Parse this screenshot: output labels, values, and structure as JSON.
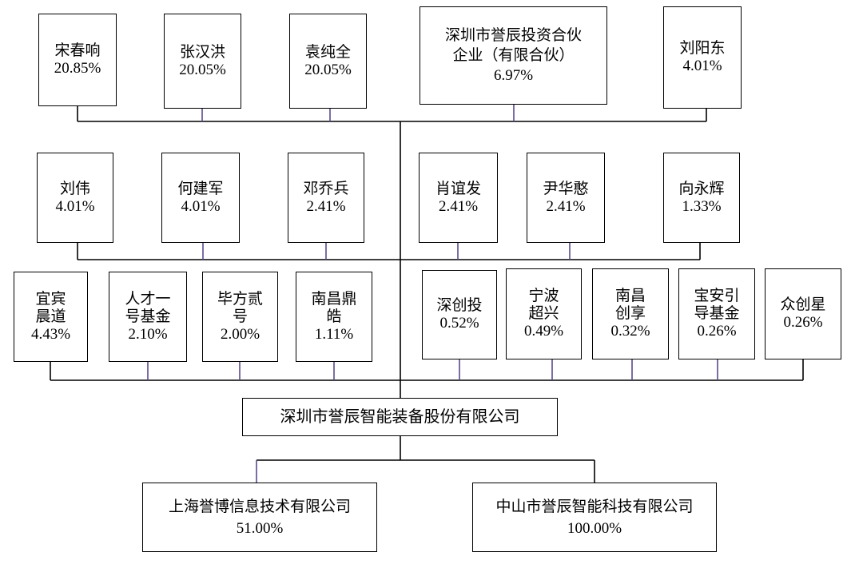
{
  "colors": {
    "box_border": "#000000",
    "trunk_line": "#000000",
    "branch_line": "#5b4a8e"
  },
  "shareholders": {
    "row1": [
      {
        "name": "宋春响",
        "pct": "20.85%"
      },
      {
        "name": "张汉洪",
        "pct": "20.05%"
      },
      {
        "name": "袁纯全",
        "pct": "20.05%"
      },
      {
        "name": "深圳市誉辰投资合伙\n企业（有限合伙）",
        "pct": "6.97%"
      },
      {
        "name": "刘阳东",
        "pct": "4.01%"
      }
    ],
    "row2": [
      {
        "name": "刘伟",
        "pct": "4.01%"
      },
      {
        "name": "何建军",
        "pct": "4.01%"
      },
      {
        "name": "邓乔兵",
        "pct": "2.41%"
      },
      {
        "name": "肖谊发",
        "pct": "2.41%"
      },
      {
        "name": "尹华憨",
        "pct": "2.41%"
      },
      {
        "name": "向永辉",
        "pct": "1.33%"
      }
    ],
    "row3": [
      {
        "name": "宜宾\n晨道",
        "pct": "4.43%"
      },
      {
        "name": "人才一\n号基金",
        "pct": "2.10%"
      },
      {
        "name": "毕方贰\n号",
        "pct": "2.00%"
      },
      {
        "name": "南昌鼎\n皓",
        "pct": "1.11%"
      },
      {
        "name": "深创投",
        "pct": "0.52%"
      },
      {
        "name": "宁波\n超兴",
        "pct": "0.49%"
      },
      {
        "name": "南昌\n创享",
        "pct": "0.32%"
      },
      {
        "name": "宝安引\n导基金",
        "pct": "0.26%"
      },
      {
        "name": "众创星",
        "pct": "0.26%"
      }
    ]
  },
  "company": {
    "name": "深圳市誉辰智能装备股份有限公司"
  },
  "subsidiaries": [
    {
      "name": "上海誉博信息技术有限公司",
      "pct": "51.00%"
    },
    {
      "name": "中山市誉辰智能科技有限公司",
      "pct": "100.00%"
    }
  ]
}
